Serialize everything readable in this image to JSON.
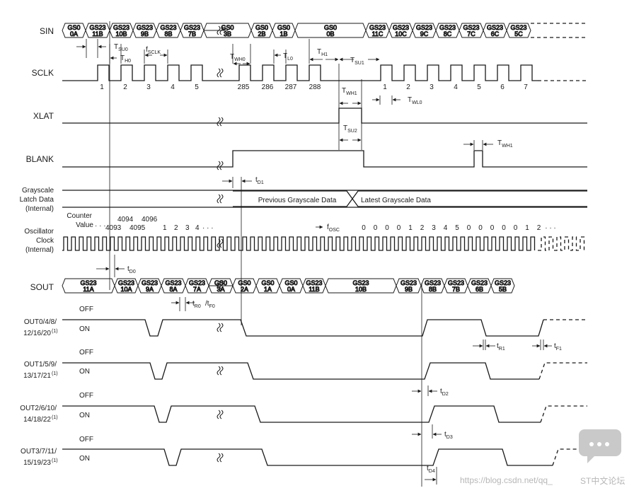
{
  "signals": {
    "sin": "SIN",
    "sclk": "SCLK",
    "xlat": "XLAT",
    "blank": "BLANK",
    "gs_latch": [
      "Grayscale",
      "Latch Data",
      "(Internal)"
    ],
    "osc": [
      "Oscillator",
      "Clock",
      "(Internal)"
    ],
    "sout": "SOUT",
    "out0": [
      "OUT0/4/8/",
      "12/16/20"
    ],
    "out1": [
      "OUT1/5/9/",
      "13/17/21"
    ],
    "out2": [
      "OUT2/6/10/",
      "14/18/22"
    ],
    "out3": [
      "OUT3/7/11/",
      "15/19/23"
    ],
    "footnote": "(1)"
  },
  "levels": {
    "off": "OFF",
    "on": "ON"
  },
  "sin_cells": [
    [
      "GS0",
      "0A"
    ],
    [
      "GS23",
      "11B"
    ],
    [
      "GS23",
      "10B"
    ],
    [
      "GS23",
      "9B"
    ],
    [
      "GS23",
      "8B"
    ],
    [
      "GS23",
      "7B"
    ],
    [
      "GS0",
      "3B"
    ],
    [
      "GS0",
      "2B"
    ],
    [
      "GS0",
      "1B"
    ],
    [
      "GS0",
      "0B"
    ],
    [
      "GS23",
      "11C"
    ],
    [
      "GS23",
      "10C"
    ],
    [
      "GS23",
      "9C"
    ],
    [
      "GS23",
      "8C"
    ],
    [
      "GS23",
      "7C"
    ],
    [
      "GS23",
      "6C"
    ],
    [
      "GS23",
      "5C"
    ]
  ],
  "sout_cells": [
    [
      "GS23",
      "11A"
    ],
    [
      "GS23",
      "10A"
    ],
    [
      "GS23",
      "9A"
    ],
    [
      "GS23",
      "8A"
    ],
    [
      "GS23",
      "7A"
    ],
    [
      "GS0",
      "3A"
    ],
    [
      "GS0",
      "2A"
    ],
    [
      "GS0",
      "1A"
    ],
    [
      "GS0",
      "0A"
    ],
    [
      "GS23",
      "11B"
    ],
    [
      "GS23",
      "10B"
    ],
    [
      "GS23",
      "9B"
    ],
    [
      "GS23",
      "8B"
    ],
    [
      "GS23",
      "7B"
    ],
    [
      "GS23",
      "6B"
    ],
    [
      "GS23",
      "5B"
    ]
  ],
  "sclk_numbers_1": [
    "1",
    "2",
    "3",
    "4",
    "5",
    "285",
    "286",
    "287",
    "288"
  ],
  "sclk_numbers_2": [
    "1",
    "2",
    "3",
    "4",
    "5",
    "6",
    "7"
  ],
  "latch_data": {
    "previous": "Previous Grayscale Data",
    "latest": "Latest Grayscale Data"
  },
  "counter": {
    "label": [
      "Counter",
      "Value"
    ],
    "dots": "· · ·",
    "v4093": "4093",
    "v4095": "4095",
    "v4094": "4094",
    "v4096": "4096",
    "wrap": [
      "1",
      "2",
      "3",
      "4",
      "· · ·"
    ],
    "tail": [
      "0",
      "0",
      "0",
      "0",
      "1",
      "2",
      "3",
      "4",
      "5",
      "0",
      "0",
      "0",
      "0",
      "0",
      "1",
      "2",
      "· · ·"
    ]
  },
  "timing": {
    "tsu0": [
      "T",
      "SU0"
    ],
    "th0": [
      "T",
      "H0"
    ],
    "fsclk": [
      "f",
      "SCLK"
    ],
    "twh0": [
      "T",
      "WH0"
    ],
    "tl0": [
      "T",
      "L0"
    ],
    "th1": [
      "T",
      "H1"
    ],
    "tsu1": [
      "T",
      "SU1"
    ],
    "twh1_xlat": [
      "T",
      "WH1"
    ],
    "twl0": [
      "T",
      "WL0"
    ],
    "tsu2": [
      "T",
      "SU2"
    ],
    "twh1_blank": [
      "T",
      "WH1"
    ],
    "td1": [
      "t",
      "D1"
    ],
    "fosc": [
      "f",
      "OSC"
    ],
    "td0": [
      "t",
      "D0"
    ],
    "tr0": [
      "t",
      "R0"
    ],
    "tf0": [
      "/t",
      "F0"
    ],
    "tr1": [
      "t",
      "R1"
    ],
    "tf1": [
      "t",
      "F1"
    ],
    "td2": [
      "t",
      "D2"
    ],
    "td3": [
      "t",
      "D3"
    ],
    "td4": [
      "t",
      "D4"
    ]
  },
  "watermark": {
    "url": "https://blog.csdn.net/qq_",
    "forum": "ST中文论坛"
  }
}
